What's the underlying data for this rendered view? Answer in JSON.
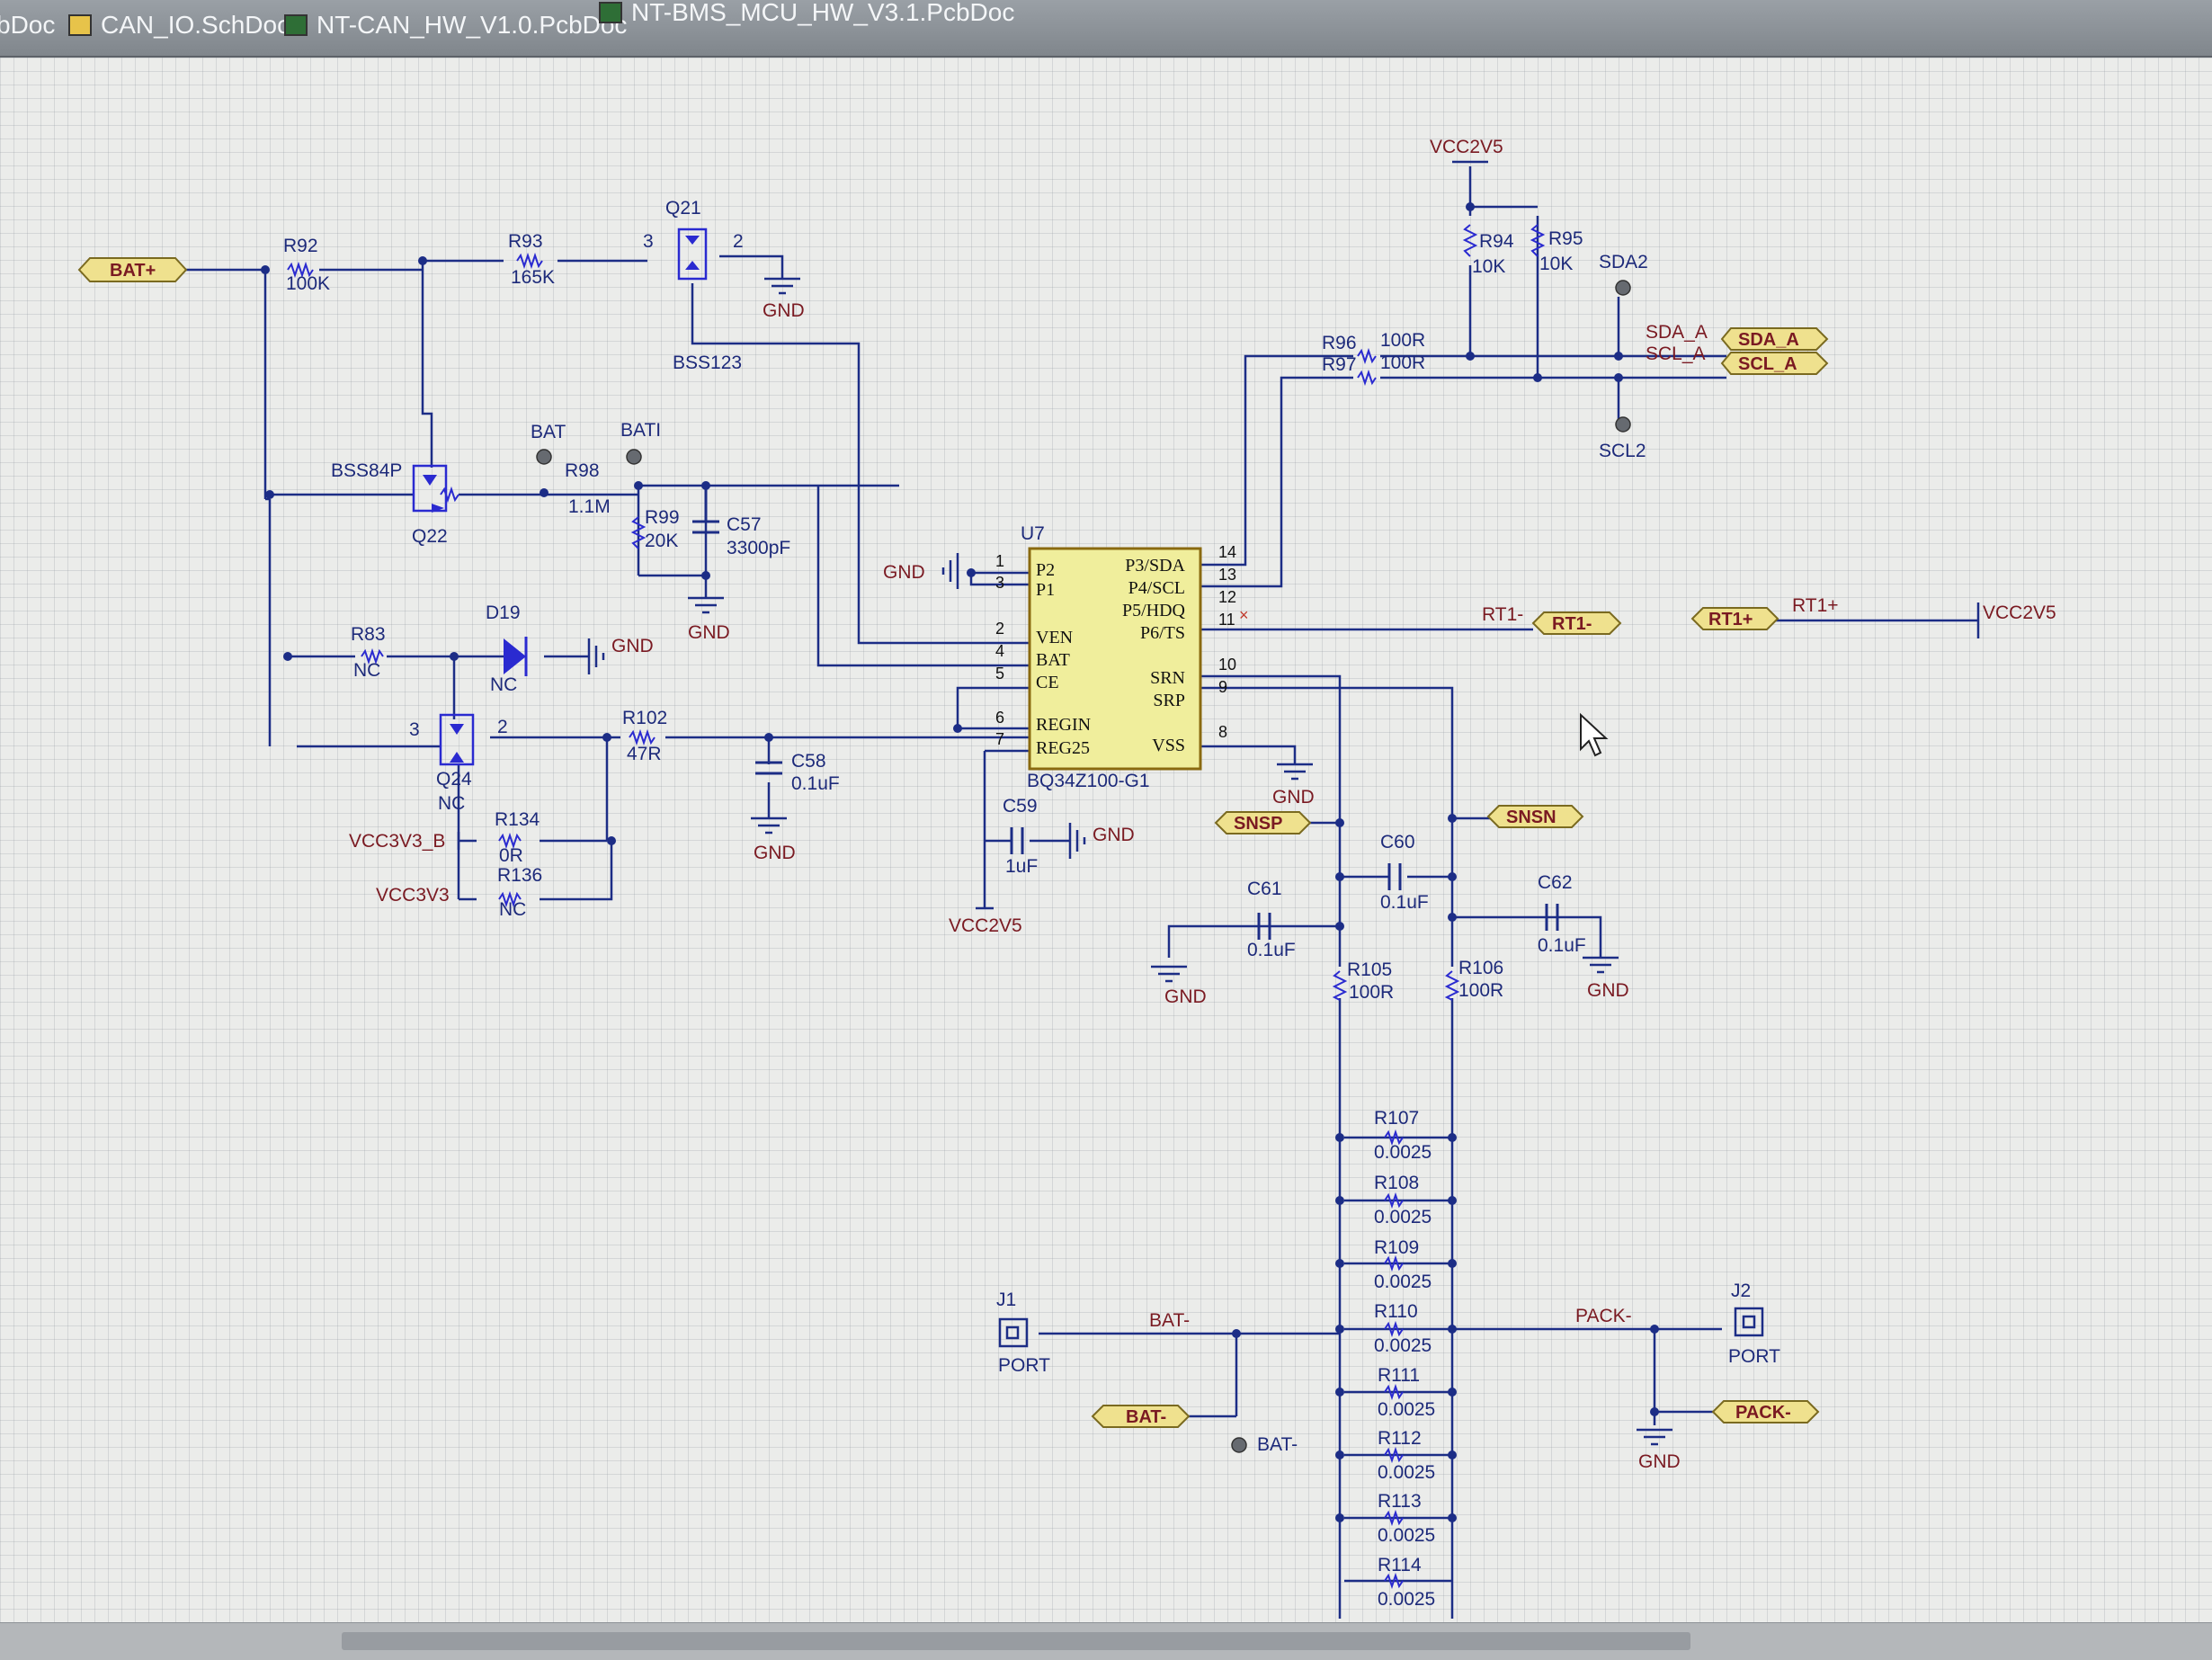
{
  "tabs": [
    {
      "label": "bDoc",
      "icon": "none"
    },
    {
      "label": "CAN_IO.SchDoc",
      "icon": "schematic-doc-icon"
    },
    {
      "label": "NT-CAN_HW_V1.0.PcbDoc",
      "icon": "pcb-doc-icon"
    },
    {
      "label": "NT-BMS_MCU_HW_V3.1.PcbDoc",
      "icon": "pcb-doc-icon"
    }
  ],
  "colors": {
    "wire": "#1c2d86",
    "body_fill": "#f0ee9c",
    "body_stroke": "#8a6a10",
    "port_fill": "#efe18e",
    "port_stroke": "#7a6a20",
    "text_red": "#7a1a22",
    "text_blue": "#1d2a7a",
    "component": "#2a2ad0"
  },
  "chip": {
    "designator": "U7",
    "part": "BQ34Z100-G1",
    "left_pins": [
      {
        "num": "1",
        "name": "P2"
      },
      {
        "num": "3",
        "name": "P1"
      },
      {
        "num": "2",
        "name": "VEN"
      },
      {
        "num": "4",
        "name": "BAT"
      },
      {
        "num": "5",
        "name": "CE"
      },
      {
        "num": "6",
        "name": "REGIN"
      },
      {
        "num": "7",
        "name": "REG25"
      }
    ],
    "right_pins": [
      {
        "num": "14",
        "name": "P3/SDA"
      },
      {
        "num": "13",
        "name": "P4/SCL"
      },
      {
        "num": "12",
        "name": "P5/HDQ"
      },
      {
        "num": "11",
        "name": "P6/TS"
      },
      {
        "num": "10",
        "name": "SRN"
      },
      {
        "num": "9",
        "name": "SRP"
      },
      {
        "num": "8",
        "name": "VSS"
      }
    ]
  },
  "resistors": [
    {
      "ref": "R92",
      "value": "100K"
    },
    {
      "ref": "R93",
      "value": "165K"
    },
    {
      "ref": "R94",
      "value": "10K"
    },
    {
      "ref": "R95",
      "value": "10K"
    },
    {
      "ref": "R96",
      "value": "100R"
    },
    {
      "ref": "R97",
      "value": "100R"
    },
    {
      "ref": "R98",
      "value": "1.1M"
    },
    {
      "ref": "R99",
      "value": "20K"
    },
    {
      "ref": "R83",
      "value": "NC"
    },
    {
      "ref": "R102",
      "value": "47R"
    },
    {
      "ref": "R134",
      "value": "0R"
    },
    {
      "ref": "R136",
      "value": "NC"
    },
    {
      "ref": "R105",
      "value": "100R"
    },
    {
      "ref": "R106",
      "value": "100R"
    }
  ],
  "shunts": [
    {
      "ref": "R107",
      "value": "0.0025"
    },
    {
      "ref": "R108",
      "value": "0.0025"
    },
    {
      "ref": "R109",
      "value": "0.0025"
    },
    {
      "ref": "R110",
      "value": "0.0025"
    },
    {
      "ref": "R111",
      "value": "0.0025"
    },
    {
      "ref": "R112",
      "value": "0.0025"
    },
    {
      "ref": "R113",
      "value": "0.0025"
    },
    {
      "ref": "R114",
      "value": "0.0025"
    }
  ],
  "capacitors": [
    {
      "ref": "C57",
      "value": "3300pF"
    },
    {
      "ref": "C58",
      "value": "0.1uF"
    },
    {
      "ref": "C59",
      "value": "1uF"
    },
    {
      "ref": "C60",
      "value": "0.1uF"
    },
    {
      "ref": "C61",
      "value": "0.1uF"
    },
    {
      "ref": "C62",
      "value": "0.1uF"
    }
  ],
  "transistors": [
    {
      "ref": "Q21",
      "part": "BSS123"
    },
    {
      "ref": "Q22",
      "part": "BSS84P"
    },
    {
      "ref": "Q24",
      "part": "NC"
    }
  ],
  "diode": {
    "ref": "D19",
    "value": "NC"
  },
  "connectors": [
    {
      "ref": "J1",
      "part": "PORT"
    },
    {
      "ref": "J2",
      "part": "PORT"
    }
  ],
  "ports": {
    "bat_plus": "BAT+",
    "sda_a": "SDA_A",
    "scl_a": "SCL_A",
    "rt1_minus": "RT1-",
    "rt1_plus": "RT1+",
    "snsp": "SNSP",
    "snsn": "SNSN",
    "bat_minus": "BAT-",
    "pack_minus": "PACK-"
  },
  "nets": {
    "sda_a": "SDA_A",
    "scl_a": "SCL_A",
    "rt1_minus": "RT1-",
    "rt1_plus": "RT1+",
    "bat_minus": "BAT-",
    "pack_minus": "PACK-"
  },
  "testpoints": {
    "bat": "BAT",
    "bati": "BATI",
    "sda2": "SDA2",
    "scl2": "SCL2",
    "bat_minus": "BAT-"
  },
  "power": {
    "vcc2v5": "VCC2V5",
    "vcc3v3_b": "VCC3V3_B",
    "vcc3v3": "VCC3V3",
    "gnd": "GND"
  },
  "pin_numbers": {
    "q21_gate": "3",
    "q21_drain": "2",
    "q24_gate": "3",
    "q24_drain": "2"
  }
}
